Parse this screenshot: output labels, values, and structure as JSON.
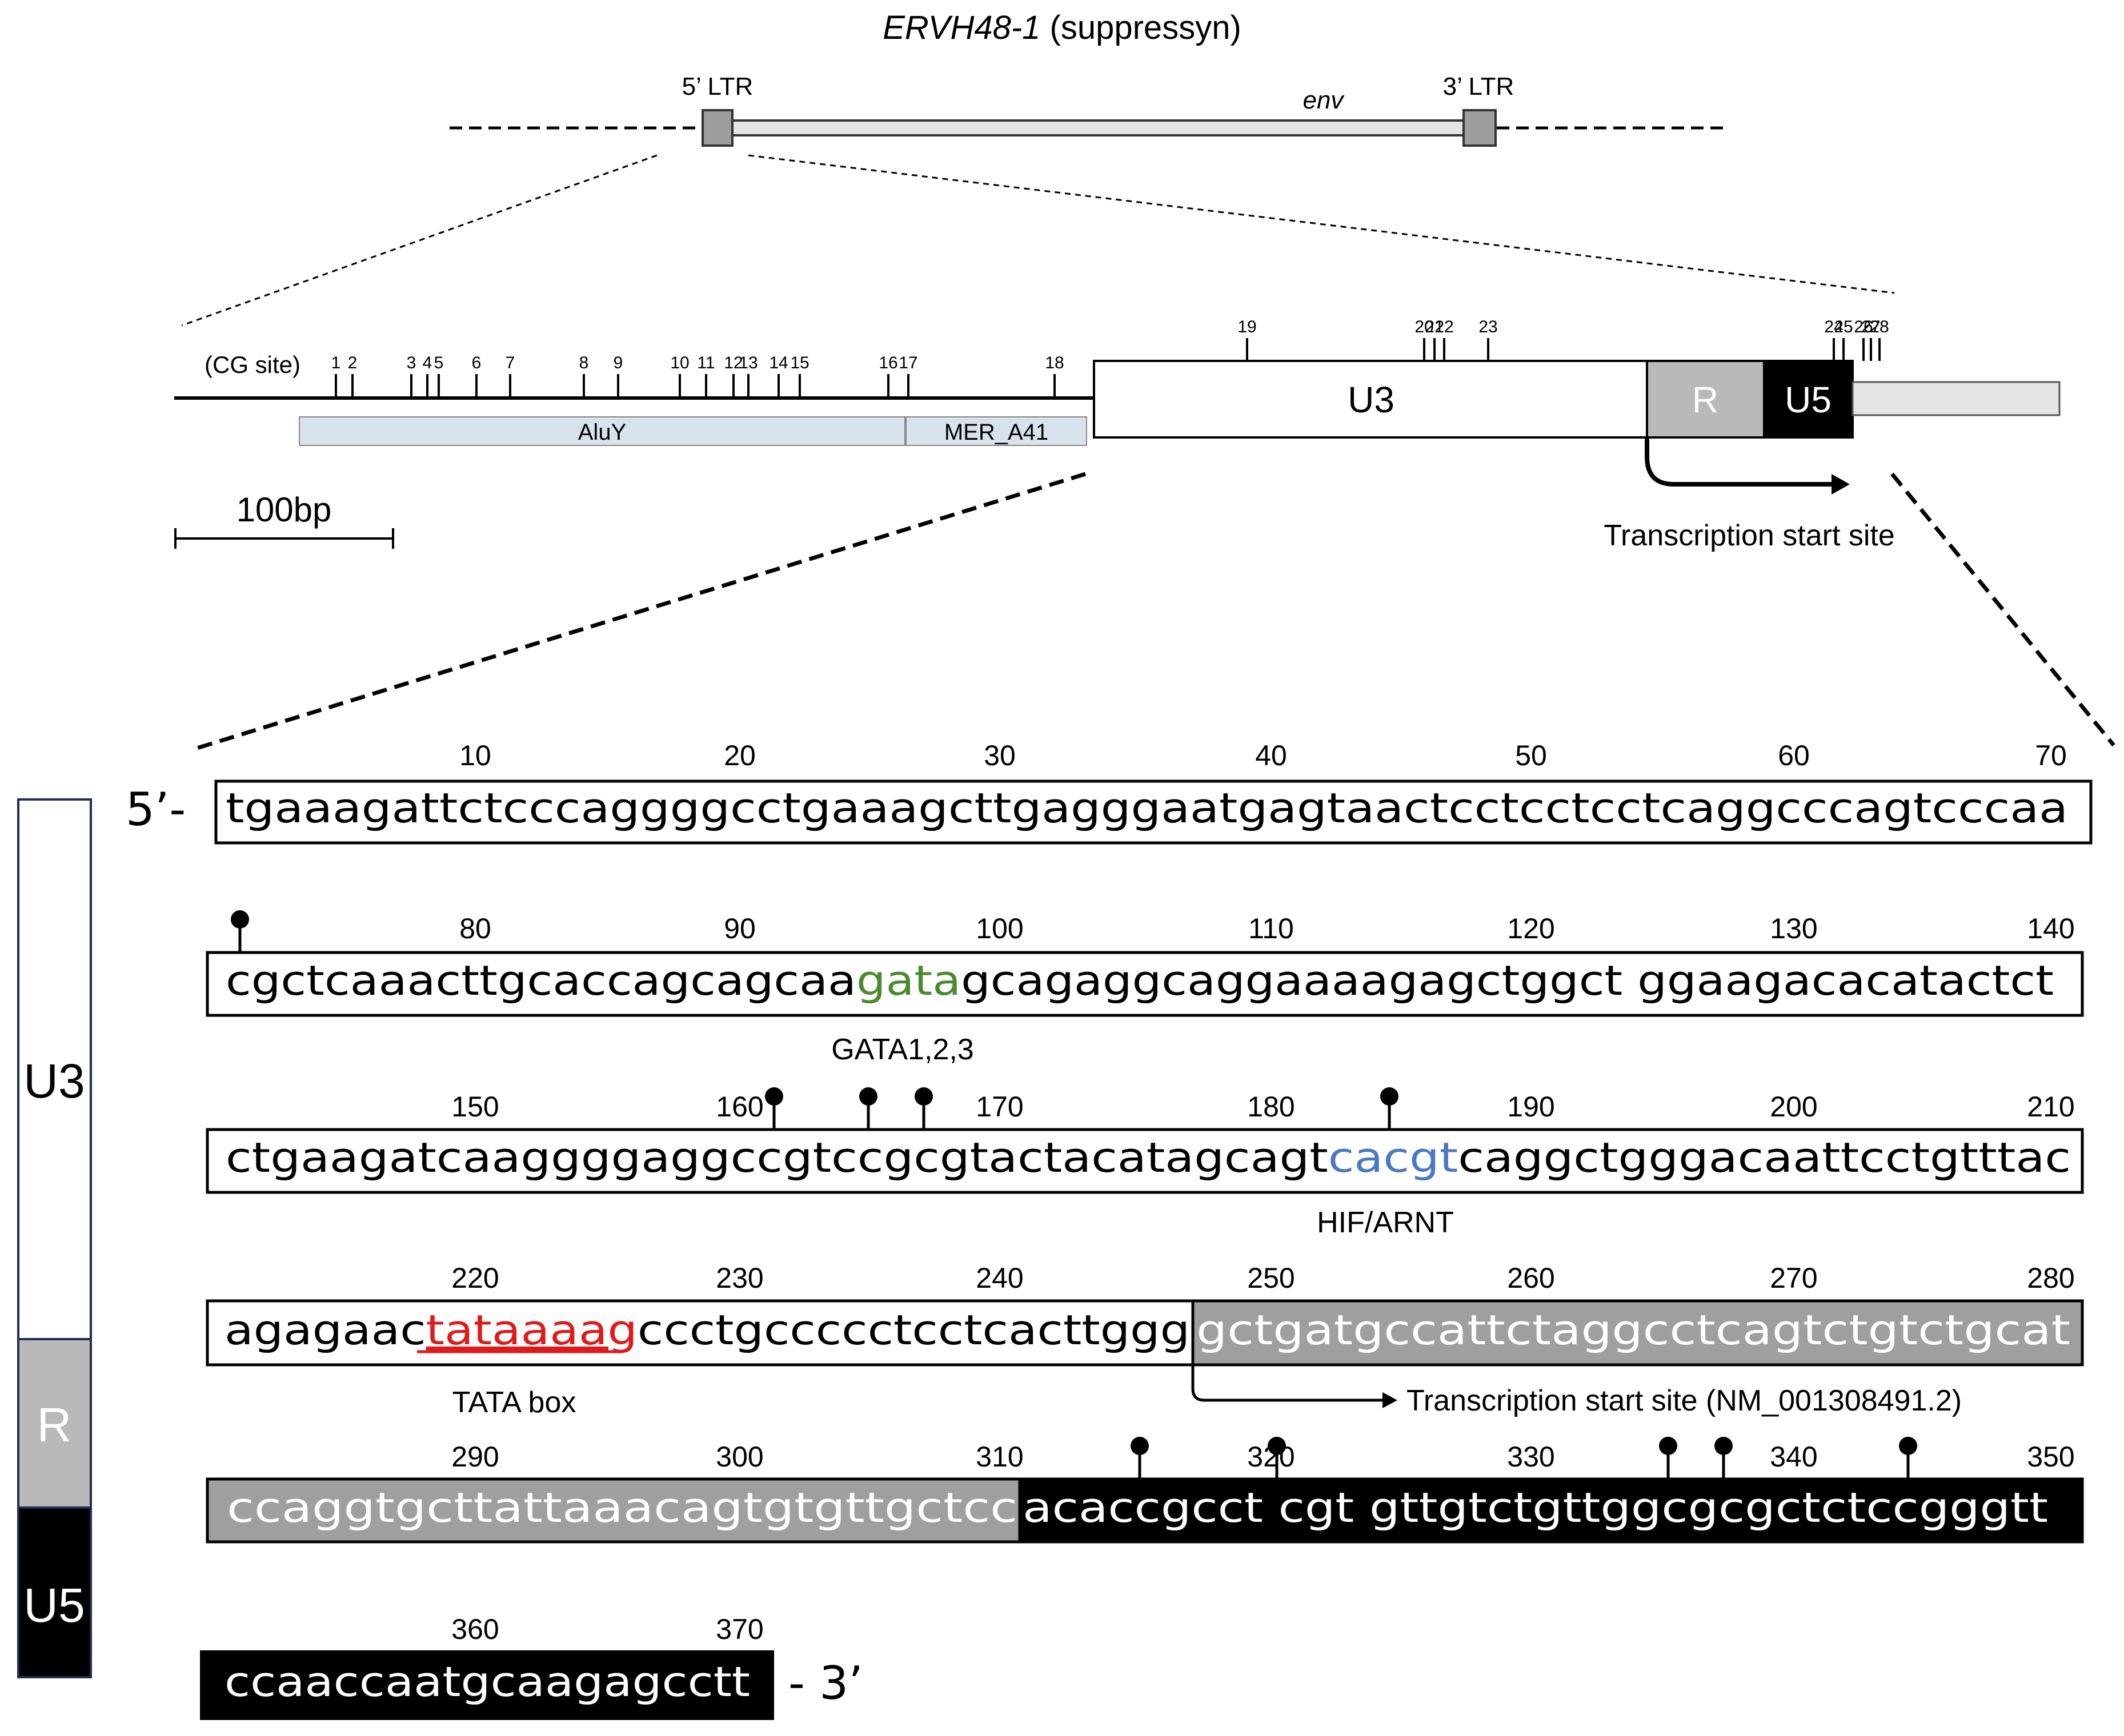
{
  "title": {
    "gene": "ERVH48-1",
    "suffix": " (suppressyn)"
  },
  "provirus": {
    "ltr5_label": "5’ LTR",
    "ltr3_label": "3’ LTR",
    "env_label": "env"
  },
  "ltr_map": {
    "cg_site_label": "(CG site)",
    "cg_numbers": [
      "1",
      "2",
      "3",
      "4",
      "5",
      "6",
      "7",
      "8",
      "9",
      "10",
      "11",
      "12",
      "13",
      "14",
      "15",
      "16",
      "17",
      "18",
      "19",
      "20",
      "21",
      "22",
      "23",
      "24",
      "25",
      "26",
      "27",
      "28"
    ],
    "repeat1_label": "AluY",
    "repeat2_label": "MER_A41",
    "u3_label": "U3",
    "r_label": "R",
    "u5_label": "U5",
    "tss_label": "Transcription start site",
    "scale_label": "100bp"
  },
  "sequence": {
    "start_label": "5’-",
    "end_label": "- 3’",
    "row1": {
      "ticks": [
        "10",
        "20",
        "30",
        "40",
        "50",
        "60",
        "70"
      ],
      "text": "tgaaagattctcccaggggcctgaaagcttgagggaatgagtaactcctcctcctcaggcccagtcccaa"
    },
    "row2": {
      "ticks": [
        "80",
        "90",
        "100",
        "110",
        "120",
        "130",
        "140"
      ],
      "pre": "cgctcaaacttgcaccagcagcaa",
      "motif": "gata",
      "post": "gcagaggcaggaaaagagctggct ggaagacacatactct",
      "motif_label": "GATA1,2,3"
    },
    "row3": {
      "ticks": [
        "150",
        "160",
        "170",
        "180",
        "190",
        "200",
        "210"
      ],
      "pre": "ctgaagatcaaggggaggccgtccgcgtactacatagcagt",
      "motif": "cacgt",
      "post": "caggctgggacaattcctgtttac",
      "motif_label": "HIF/ARNT"
    },
    "row4": {
      "ticks": [
        "220",
        "230",
        "240",
        "250",
        "260",
        "270",
        "280"
      ],
      "pre": "agagaac",
      "motif": "tataaaag",
      "post": "ccctgccccctcctcacttggg",
      "r_part": "gctgatgccattctaggcctcagtctgtctgcat",
      "motif_label": "TATA box",
      "tss_label": "Transcription start site (NM_001308491.2)"
    },
    "row5": {
      "ticks": [
        "290",
        "300",
        "310",
        "320",
        "330",
        "340",
        "350"
      ],
      "r_part": "ccaggtgcttattaaacagtgtgttgctcc",
      "u5_part": "acaccgcct cgt gttgtctgttggcgcgctctccgggtt"
    },
    "row6": {
      "ticks": [
        "360",
        "370"
      ],
      "u5_part": "ccaaccaatgcaagagcctt"
    }
  },
  "side_bar": {
    "u3": "U3",
    "r": "R",
    "u5": "U5"
  },
  "colors": {
    "gata": "#4a8a2e",
    "hif": "#4a78c4",
    "tata": "#e0191b",
    "r_region": "#b9b9b9",
    "r_seq_bg": "#9f9f9f",
    "u5": "#000000",
    "repeat_fill": "#d8e2ec",
    "side_bar_border": "#1d2f55"
  }
}
